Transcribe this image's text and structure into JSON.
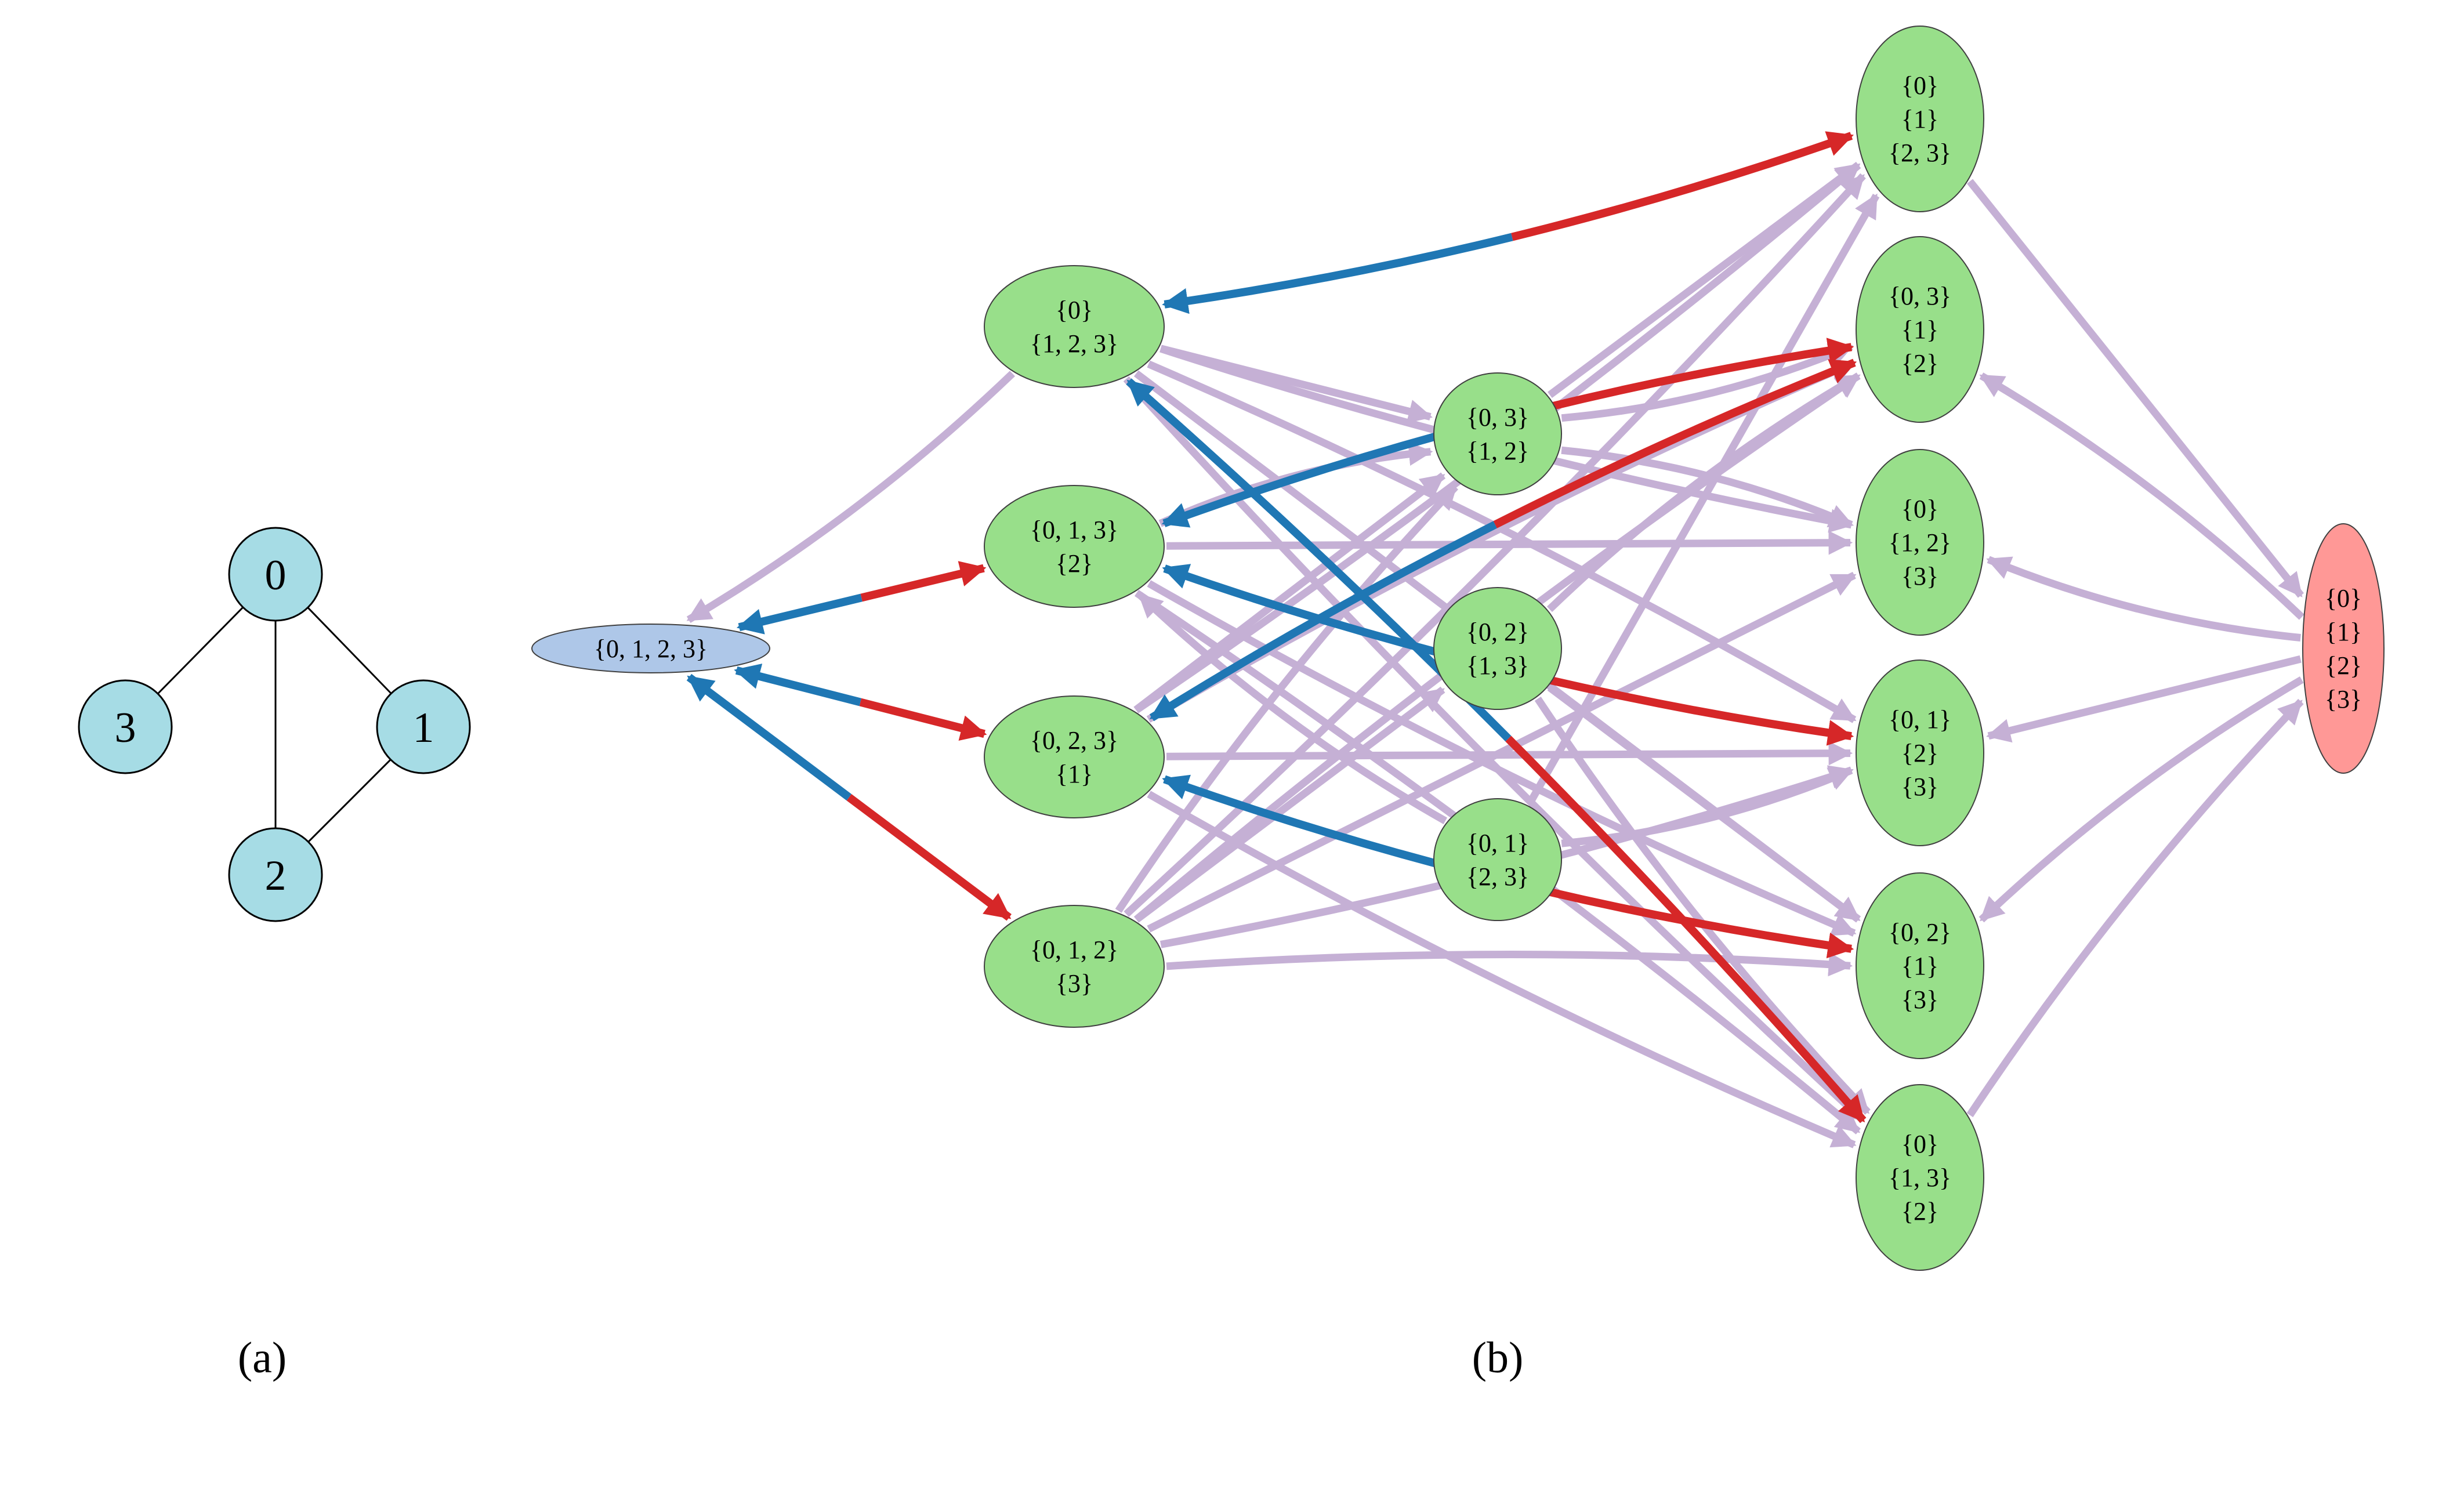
{
  "panel_a": {
    "caption": "(a)",
    "vertices": [
      {
        "id": "0",
        "label": "0"
      },
      {
        "id": "1",
        "label": "1"
      },
      {
        "id": "2",
        "label": "2"
      },
      {
        "id": "3",
        "label": "3"
      }
    ],
    "edges": [
      [
        "0",
        "3"
      ],
      [
        "0",
        "1"
      ],
      [
        "0",
        "2"
      ],
      [
        "1",
        "2"
      ]
    ],
    "vertex_color": "#a6dce5"
  },
  "panel_b": {
    "caption": "(b)",
    "nodes": [
      {
        "id": "root",
        "lines": [
          "{0, 1, 2, 3}"
        ],
        "color": "#aec7e8"
      },
      {
        "id": "n0_123",
        "lines": [
          "{0}",
          "{1, 2, 3}"
        ],
        "color": "#98df8a"
      },
      {
        "id": "n013_2",
        "lines": [
          "{0, 1, 3}",
          "{2}"
        ],
        "color": "#98df8a"
      },
      {
        "id": "n023_1",
        "lines": [
          "{0, 2, 3}",
          "{1}"
        ],
        "color": "#98df8a"
      },
      {
        "id": "n012_3",
        "lines": [
          "{0, 1, 2}",
          "{3}"
        ],
        "color": "#98df8a"
      },
      {
        "id": "n03_12",
        "lines": [
          "{0, 3}",
          "{1, 2}"
        ],
        "color": "#98df8a"
      },
      {
        "id": "n02_13",
        "lines": [
          "{0, 2}",
          "{1, 3}"
        ],
        "color": "#98df8a"
      },
      {
        "id": "n01_23",
        "lines": [
          "{0, 1}",
          "{2, 3}"
        ],
        "color": "#98df8a"
      },
      {
        "id": "n0_1_23",
        "lines": [
          "{0}",
          "{1}",
          "{2, 3}"
        ],
        "color": "#98df8a"
      },
      {
        "id": "n03_1_2",
        "lines": [
          "{0, 3}",
          "{1}",
          "{2}"
        ],
        "color": "#98df8a"
      },
      {
        "id": "n0_12_3",
        "lines": [
          "{0}",
          "{1, 2}",
          "{3}"
        ],
        "color": "#98df8a"
      },
      {
        "id": "n01_2_3",
        "lines": [
          "{0, 1}",
          "{2}",
          "{3}"
        ],
        "color": "#98df8a"
      },
      {
        "id": "n02_1_3",
        "lines": [
          "{0, 2}",
          "{1}",
          "{3}"
        ],
        "color": "#98df8a"
      },
      {
        "id": "n0_13_2",
        "lines": [
          "{0}",
          "{1, 3}",
          "{2}"
        ],
        "color": "#98df8a"
      },
      {
        "id": "n0_1_2_3",
        "lines": [
          "{0}",
          "{1}",
          "{2}",
          "{3}"
        ],
        "color": "#ff9896"
      }
    ],
    "light_edges": [
      [
        "n0_123",
        "root"
      ],
      [
        "n0_123",
        "n03_12"
      ],
      [
        "n0_123",
        "n0_12_3"
      ],
      [
        "n0_123",
        "n01_2_3"
      ],
      [
        "n0_123",
        "n02_1_3"
      ],
      [
        "n0_123",
        "n0_13_2"
      ],
      [
        "n013_2",
        "n03_12"
      ],
      [
        "n013_2",
        "n0_12_3"
      ],
      [
        "n013_2",
        "n02_1_3"
      ],
      [
        "n013_2",
        "n0_13_2"
      ],
      [
        "n023_1",
        "n03_12"
      ],
      [
        "n023_1",
        "n0_1_23"
      ],
      [
        "n023_1",
        "n03_1_2"
      ],
      [
        "n023_1",
        "n01_2_3"
      ],
      [
        "n023_1",
        "n0_13_2"
      ],
      [
        "n012_3",
        "n03_12"
      ],
      [
        "n012_3",
        "n02_13"
      ],
      [
        "n012_3",
        "n0_1_23"
      ],
      [
        "n012_3",
        "n03_1_2"
      ],
      [
        "n012_3",
        "n0_12_3"
      ],
      [
        "n012_3",
        "n01_2_3"
      ],
      [
        "n012_3",
        "n02_1_3"
      ],
      [
        "n03_12",
        "n0_1_23"
      ],
      [
        "n03_12",
        "n03_1_2"
      ],
      [
        "n03_12",
        "n0_12_3"
      ],
      [
        "n02_13",
        "n02_1_3"
      ],
      [
        "n02_13",
        "n0_13_2"
      ],
      [
        "n02_13",
        "n03_1_2"
      ],
      [
        "n01_23",
        "n0_1_23"
      ],
      [
        "n01_23",
        "n01_2_3"
      ],
      [
        "n01_23",
        "n013_2"
      ],
      [
        "n0_1_23",
        "n0_1_2_3"
      ],
      [
        "n0_1_2_3",
        "n03_1_2"
      ],
      [
        "n0_1_2_3",
        "n0_12_3"
      ],
      [
        "n0_1_2_3",
        "n01_2_3"
      ],
      [
        "n0_1_2_3",
        "n02_1_3"
      ],
      [
        "n0_13_2",
        "n0_1_2_3"
      ]
    ],
    "path_edges": [
      [
        "root",
        "n013_2"
      ],
      [
        "root",
        "n023_1"
      ],
      [
        "root",
        "n012_3"
      ],
      [
        "n0_123",
        "n0_1_23"
      ],
      [
        "n013_2",
        "n03_1_2"
      ],
      [
        "n013_2",
        "n01_2_3"
      ],
      [
        "n023_1",
        "n03_1_2"
      ],
      [
        "n023_1",
        "n02_1_3"
      ],
      [
        "n0_123",
        "n0_13_2"
      ]
    ],
    "colors": {
      "light_edge": "#c5b0d5",
      "toward_child": "#d62728",
      "toward_parent": "#1f77b4",
      "node_border": "#404040"
    }
  }
}
